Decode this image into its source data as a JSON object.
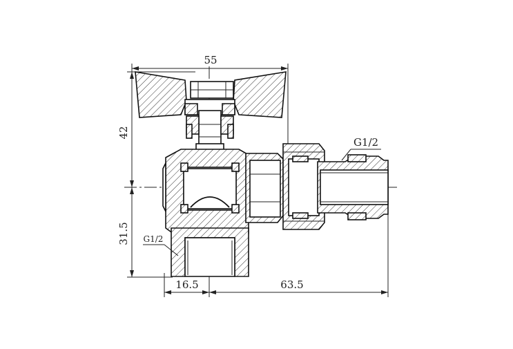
{
  "dimensions": {
    "overall_width": "55",
    "height_top": "42",
    "height_bottom": "31.5",
    "inlet_offset": "16.5",
    "outlet_length": "63.5"
  },
  "callouts": {
    "thread_outlet": "G1/2",
    "thread_inlet": "G1/2"
  }
}
